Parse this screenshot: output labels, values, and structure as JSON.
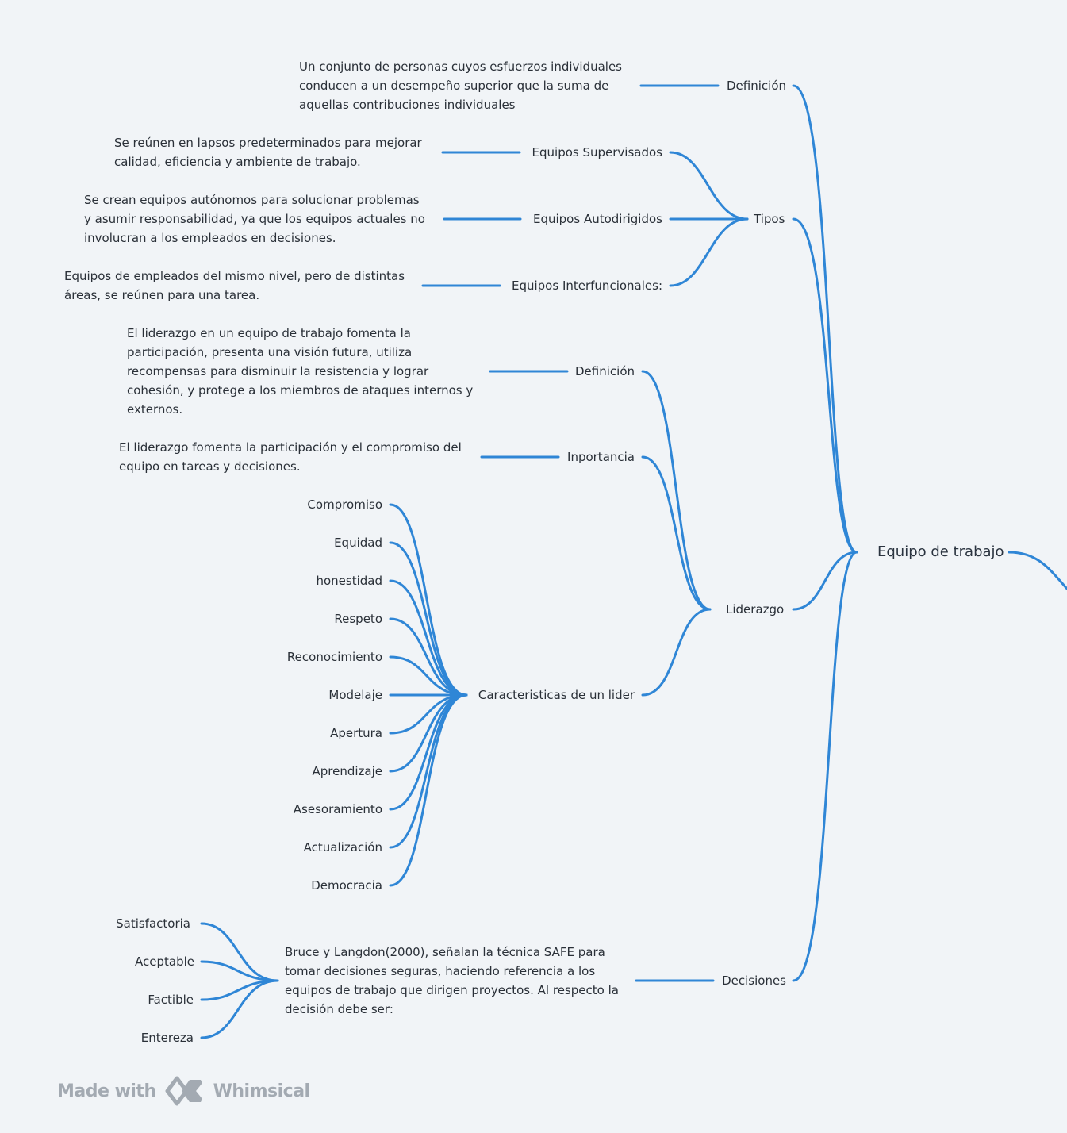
{
  "root": "Equipo de trabajo",
  "branches": {
    "definicion": {
      "label": "Definición",
      "text": "Un conjunto de personas cuyos esfuerzos individuales\nconducen a un desempeño superior que la suma de\naquellas contribuciones individuales"
    },
    "tipos": {
      "label": "Tipos",
      "items": [
        {
          "label": "Equipos Supervisados",
          "text": "Se reúnen en lapsos predeterminados para mejorar\ncalidad, eficiencia y ambiente de trabajo."
        },
        {
          "label": "Equipos Autodirigidos",
          "text": "Se crean equipos autónomos para solucionar problemas\ny asumir responsabilidad, ya que los equipos actuales no\ninvolucran a los empleados en decisiones."
        },
        {
          "label": "Equipos Interfuncionales:",
          "text": "Equipos de empleados del mismo nivel, pero de distintas\náreas, se reúnen para una tarea."
        }
      ]
    },
    "liderazgo": {
      "label": "Liderazgo",
      "definicion": {
        "label": "Definición",
        "text": "El liderazgo en un equipo de trabajo fomenta la\nparticipación, presenta una visión futura, utiliza\nrecompensas para disminuir la resistencia y lograr\ncohesión, y protege a los miembros de ataques internos y\nexternos."
      },
      "importancia": {
        "label": "Inportancia",
        "text": "El liderazgo fomenta la participación y el compromiso del\nequipo en tareas y decisiones."
      },
      "caracteristicas": {
        "label": "Caracteristicas de un lider",
        "items": [
          "Compromiso",
          "Equidad",
          "honestidad",
          "Respeto",
          "Reconocimiento",
          "Modelaje",
          "Apertura",
          "Aprendizaje",
          "Asesoramiento",
          "Actualización",
          "Democracia"
        ]
      }
    },
    "decisiones": {
      "label": "Decisiones",
      "text": "Bruce y Langdon(2000), señalan la técnica SAFE para\ntomar decisiones seguras, haciendo referencia a los\nequipos de trabajo que dirigen proyectos. Al respecto la\ndecisión debe ser:",
      "items": [
        "Satisfactoria",
        "Aceptable",
        "Factible",
        "Entereza"
      ]
    }
  },
  "watermark": {
    "made_with": "Made with",
    "brand": "Whimsical"
  },
  "colors": {
    "line": "#2f86d6",
    "background": "#f1f4f7",
    "text": "#2a3038"
  }
}
